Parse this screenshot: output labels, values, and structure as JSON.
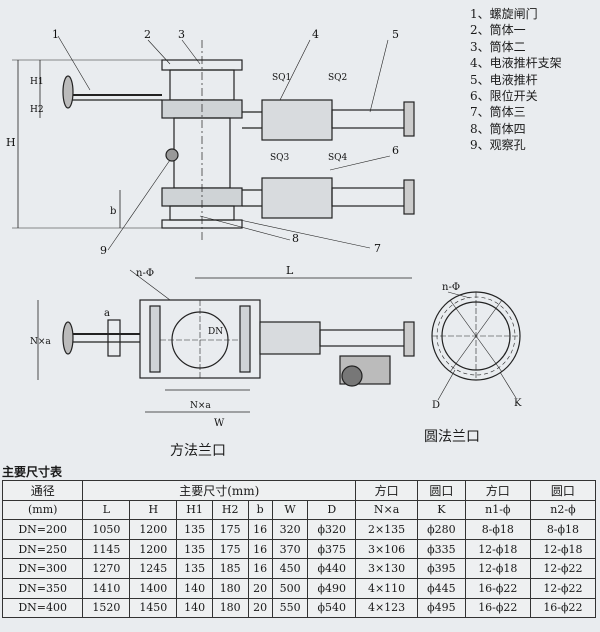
{
  "legend": [
    "1、螺旋闸门",
    "2、筒体一",
    "3、筒体二",
    "4、电液推杆支架",
    "5、电液推杆",
    "6、限位开关",
    "7、筒体三",
    "8、筒体四",
    "9、观察孔"
  ],
  "callouts": [
    "1",
    "2",
    "3",
    "4",
    "5",
    "6",
    "7",
    "8",
    "9",
    "SQ1",
    "SQ2",
    "SQ3",
    "SQ4",
    "H",
    "H1",
    "H2",
    "b",
    "L",
    "n-Φ",
    "DN",
    "a",
    "N×a",
    "D",
    "K",
    "W"
  ],
  "captions": {
    "square_flange": "方法兰口",
    "round_flange": "圆法兰口"
  },
  "table": {
    "title": "主要尺寸表",
    "header1": {
      "col0": "通径",
      "main": "主要尺寸(mm)",
      "square": "方口",
      "round": "圆口",
      "square2": "方口",
      "round2": "圆口"
    },
    "header2": [
      "(mm)",
      "L",
      "H",
      "H1",
      "H2",
      "b",
      "W",
      "D",
      "N×a",
      "K",
      "n1-ϕ",
      "n2-ϕ"
    ],
    "rows": [
      [
        "DN=200",
        "1050",
        "1200",
        "135",
        "175",
        "16",
        "320",
        "ϕ320",
        "2×135",
        "ϕ280",
        "8-ϕ18",
        "8-ϕ18"
      ],
      [
        "DN=250",
        "1145",
        "1200",
        "135",
        "175",
        "16",
        "370",
        "ϕ375",
        "3×106",
        "ϕ335",
        "12-ϕ18",
        "12-ϕ18"
      ],
      [
        "DN=300",
        "1270",
        "1245",
        "135",
        "185",
        "16",
        "450",
        "ϕ440",
        "3×130",
        "ϕ395",
        "12-ϕ18",
        "12-ϕ22"
      ],
      [
        "DN=350",
        "1410",
        "1400",
        "140",
        "180",
        "20",
        "500",
        "ϕ490",
        "4×110",
        "ϕ445",
        "16-ϕ22",
        "12-ϕ22"
      ],
      [
        "DN=400",
        "1520",
        "1450",
        "140",
        "180",
        "20",
        "550",
        "ϕ540",
        "4×123",
        "ϕ495",
        "16-ϕ22",
        "16-ϕ22"
      ]
    ]
  }
}
